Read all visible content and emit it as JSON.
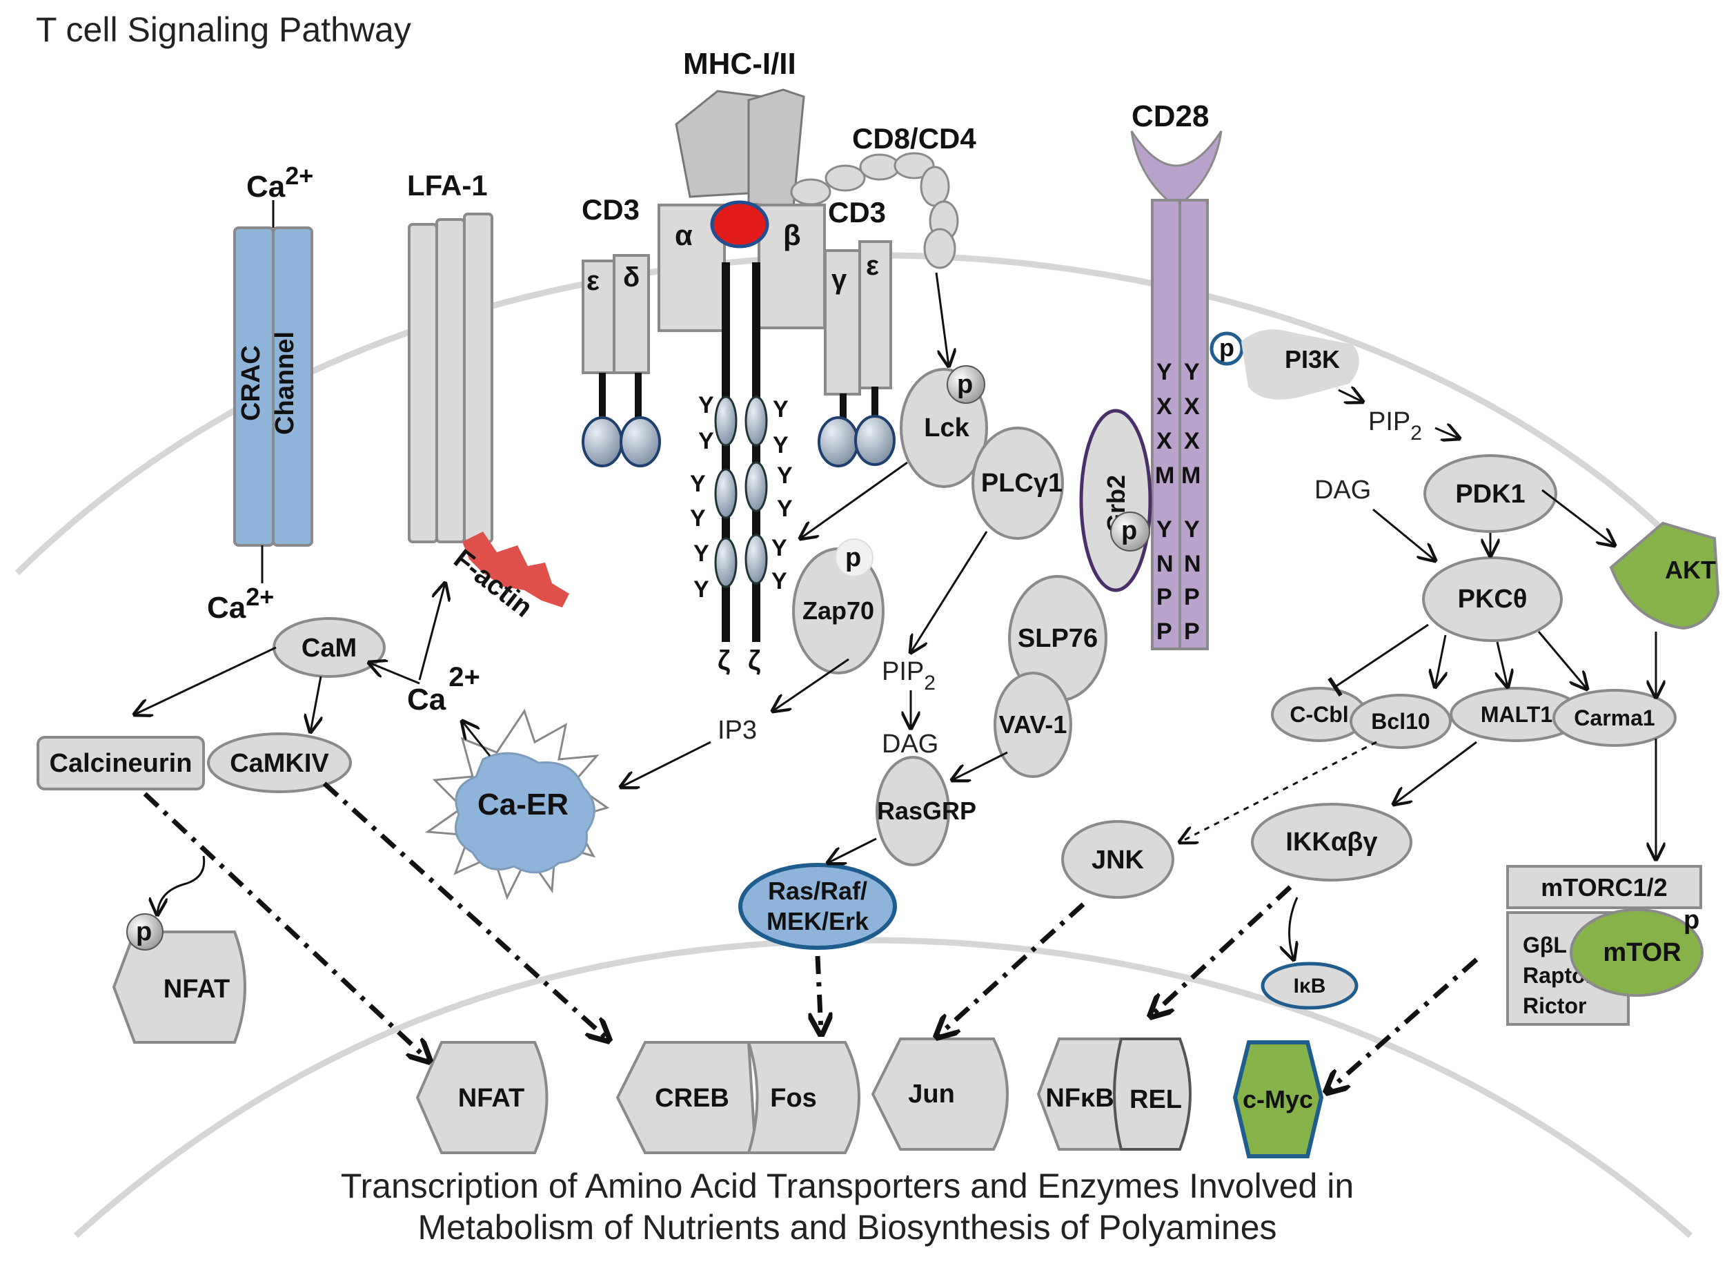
{
  "title": "T cell Signaling Pathway",
  "footer": {
    "line1": "Transcription of Amino Acid Transporters and Enzymes Involved in",
    "line2": "Metabolism of Nutrients and Biosynthesis of Polyamines"
  },
  "receptors": {
    "mhc": "MHC-I/II",
    "cd8cd4": "CD8/CD4",
    "cd3_left": "CD3",
    "cd3_right": "CD3",
    "alpha": "α",
    "beta": "β",
    "epsilon_left": "ε",
    "delta": "δ",
    "gamma": "γ",
    "epsilon_right": "ε",
    "zeta1": "ζ",
    "zeta2": "ζ",
    "cd28": "CD28",
    "lfa1": "LFA-1",
    "crac_line1": "CRAC",
    "crac_line2": "Channel",
    "ca_top": "Ca",
    "ca_top_sup": "2+",
    "ca_bottom": "Ca",
    "ca_bottom_sup": "2+",
    "factin": "F-actin",
    "y": "Y",
    "x": "X",
    "m": "M",
    "n": "N",
    "p_letter": "P"
  },
  "signaling": {
    "lck": "Lck",
    "zap70": "Zap70",
    "plcg1": "PLCγ1",
    "grb2": "Grb2",
    "slp76": "SLP76",
    "vav1": "VAV-1",
    "pi3k": "PI3K",
    "pip2_right": "PIP",
    "pip2_right_sub": "2",
    "dag_right": "DAG",
    "pdk1": "PDK1",
    "akt": "AKT",
    "pkc": "PKCθ",
    "ccbl": "C-Cbl",
    "bcl10": "Bcl10",
    "malt1": "MALT1",
    "carma1": "Carma1",
    "pip2_center": "PIP",
    "pip2_center_sub": "2",
    "dag_center": "DAG",
    "ip3": "IP3",
    "rasgrp": "RasGRP",
    "ras_line1": "Ras/Raf/",
    "ras_line2": "MEK/Erk",
    "jnk": "JNK",
    "ikk": "IKKαβγ",
    "ikb": "IκB",
    "mtorc": "mTORC1/2",
    "gbl": "GβL",
    "raptor": "Raptor",
    "rictor": "Rictor",
    "mtor": "mTOR",
    "cam": "CaM",
    "ca_mid": "Ca",
    "ca_mid_sup": "2+",
    "calcineurin": "Calcineurin",
    "camkiv": "CaMKIV",
    "caer": "Ca-ER",
    "nfat_cyto": "NFAT",
    "p": "p"
  },
  "nucleus": {
    "nfat": "NFAT",
    "creb": "CREB",
    "fos": "Fos",
    "jun": "Jun",
    "nfkb": "NFκB",
    "rel": "REL",
    "cmyc": "c-Myc"
  },
  "colors": {
    "protein_fill": "#dadada",
    "protein_stroke": "#8a8a8a",
    "blue_fill": "#8fb4d9",
    "blue_stroke": "#1f5d8f",
    "green_fill": "#86b24a",
    "red": "#e11b1b",
    "cd28_fill": "#b9a3cc",
    "factin": "#e0504a"
  }
}
